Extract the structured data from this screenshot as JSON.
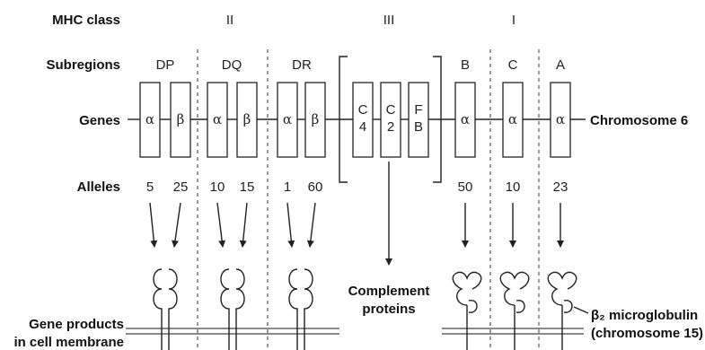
{
  "row_labels": {
    "mhc_class": "MHC class",
    "subregions": "Subregions",
    "genes": "Genes",
    "alleles": "Alleles",
    "gene_products_1": "Gene products",
    "gene_products_2": "in cell membrane"
  },
  "classes": {
    "II": "II",
    "III": "III",
    "I": "I"
  },
  "chromosome": "Chromosome 6",
  "subregions": [
    {
      "name": "DP",
      "genes": [
        "α",
        "β"
      ],
      "alleles": [
        "5",
        "25"
      ]
    },
    {
      "name": "DQ",
      "genes": [
        "α",
        "β"
      ],
      "alleles": [
        "10",
        "15"
      ]
    },
    {
      "name": "DR",
      "genes": [
        "α",
        "β"
      ],
      "alleles": [
        "1",
        "60"
      ]
    },
    {
      "name": "B",
      "genes": [
        "α"
      ],
      "alleles": [
        "50"
      ]
    },
    {
      "name": "C",
      "genes": [
        "α"
      ],
      "alleles": [
        "10"
      ]
    },
    {
      "name": "A",
      "genes": [
        "α"
      ],
      "alleles": [
        "23"
      ]
    }
  ],
  "class3_genes": [
    {
      "l1": "C",
      "l2": "4"
    },
    {
      "l1": "C",
      "l2": "2"
    },
    {
      "l1": "F",
      "l2": "B"
    }
  ],
  "complement_1": "Complement",
  "complement_2": "proteins",
  "b2m_1": "β₂ microglobulin",
  "b2m_2": "(chromosome 15)"
}
